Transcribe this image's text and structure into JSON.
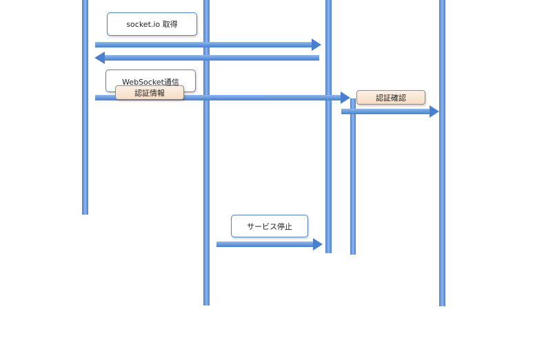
{
  "labels": {
    "socketio_get": "socket.io 取得",
    "websocket_comm": "WebSocket通信",
    "auth_info": "認証情報",
    "auth_confirm": "認証確認",
    "service_stop": "サービス停止"
  },
  "colors": {
    "lifeline": "#6fa0e0",
    "lifeline_dark": "#4a7fcf",
    "arrow": "#6fa0e0",
    "box_border": "#4f81bd",
    "tag_fill": "#f9e3cf"
  }
}
